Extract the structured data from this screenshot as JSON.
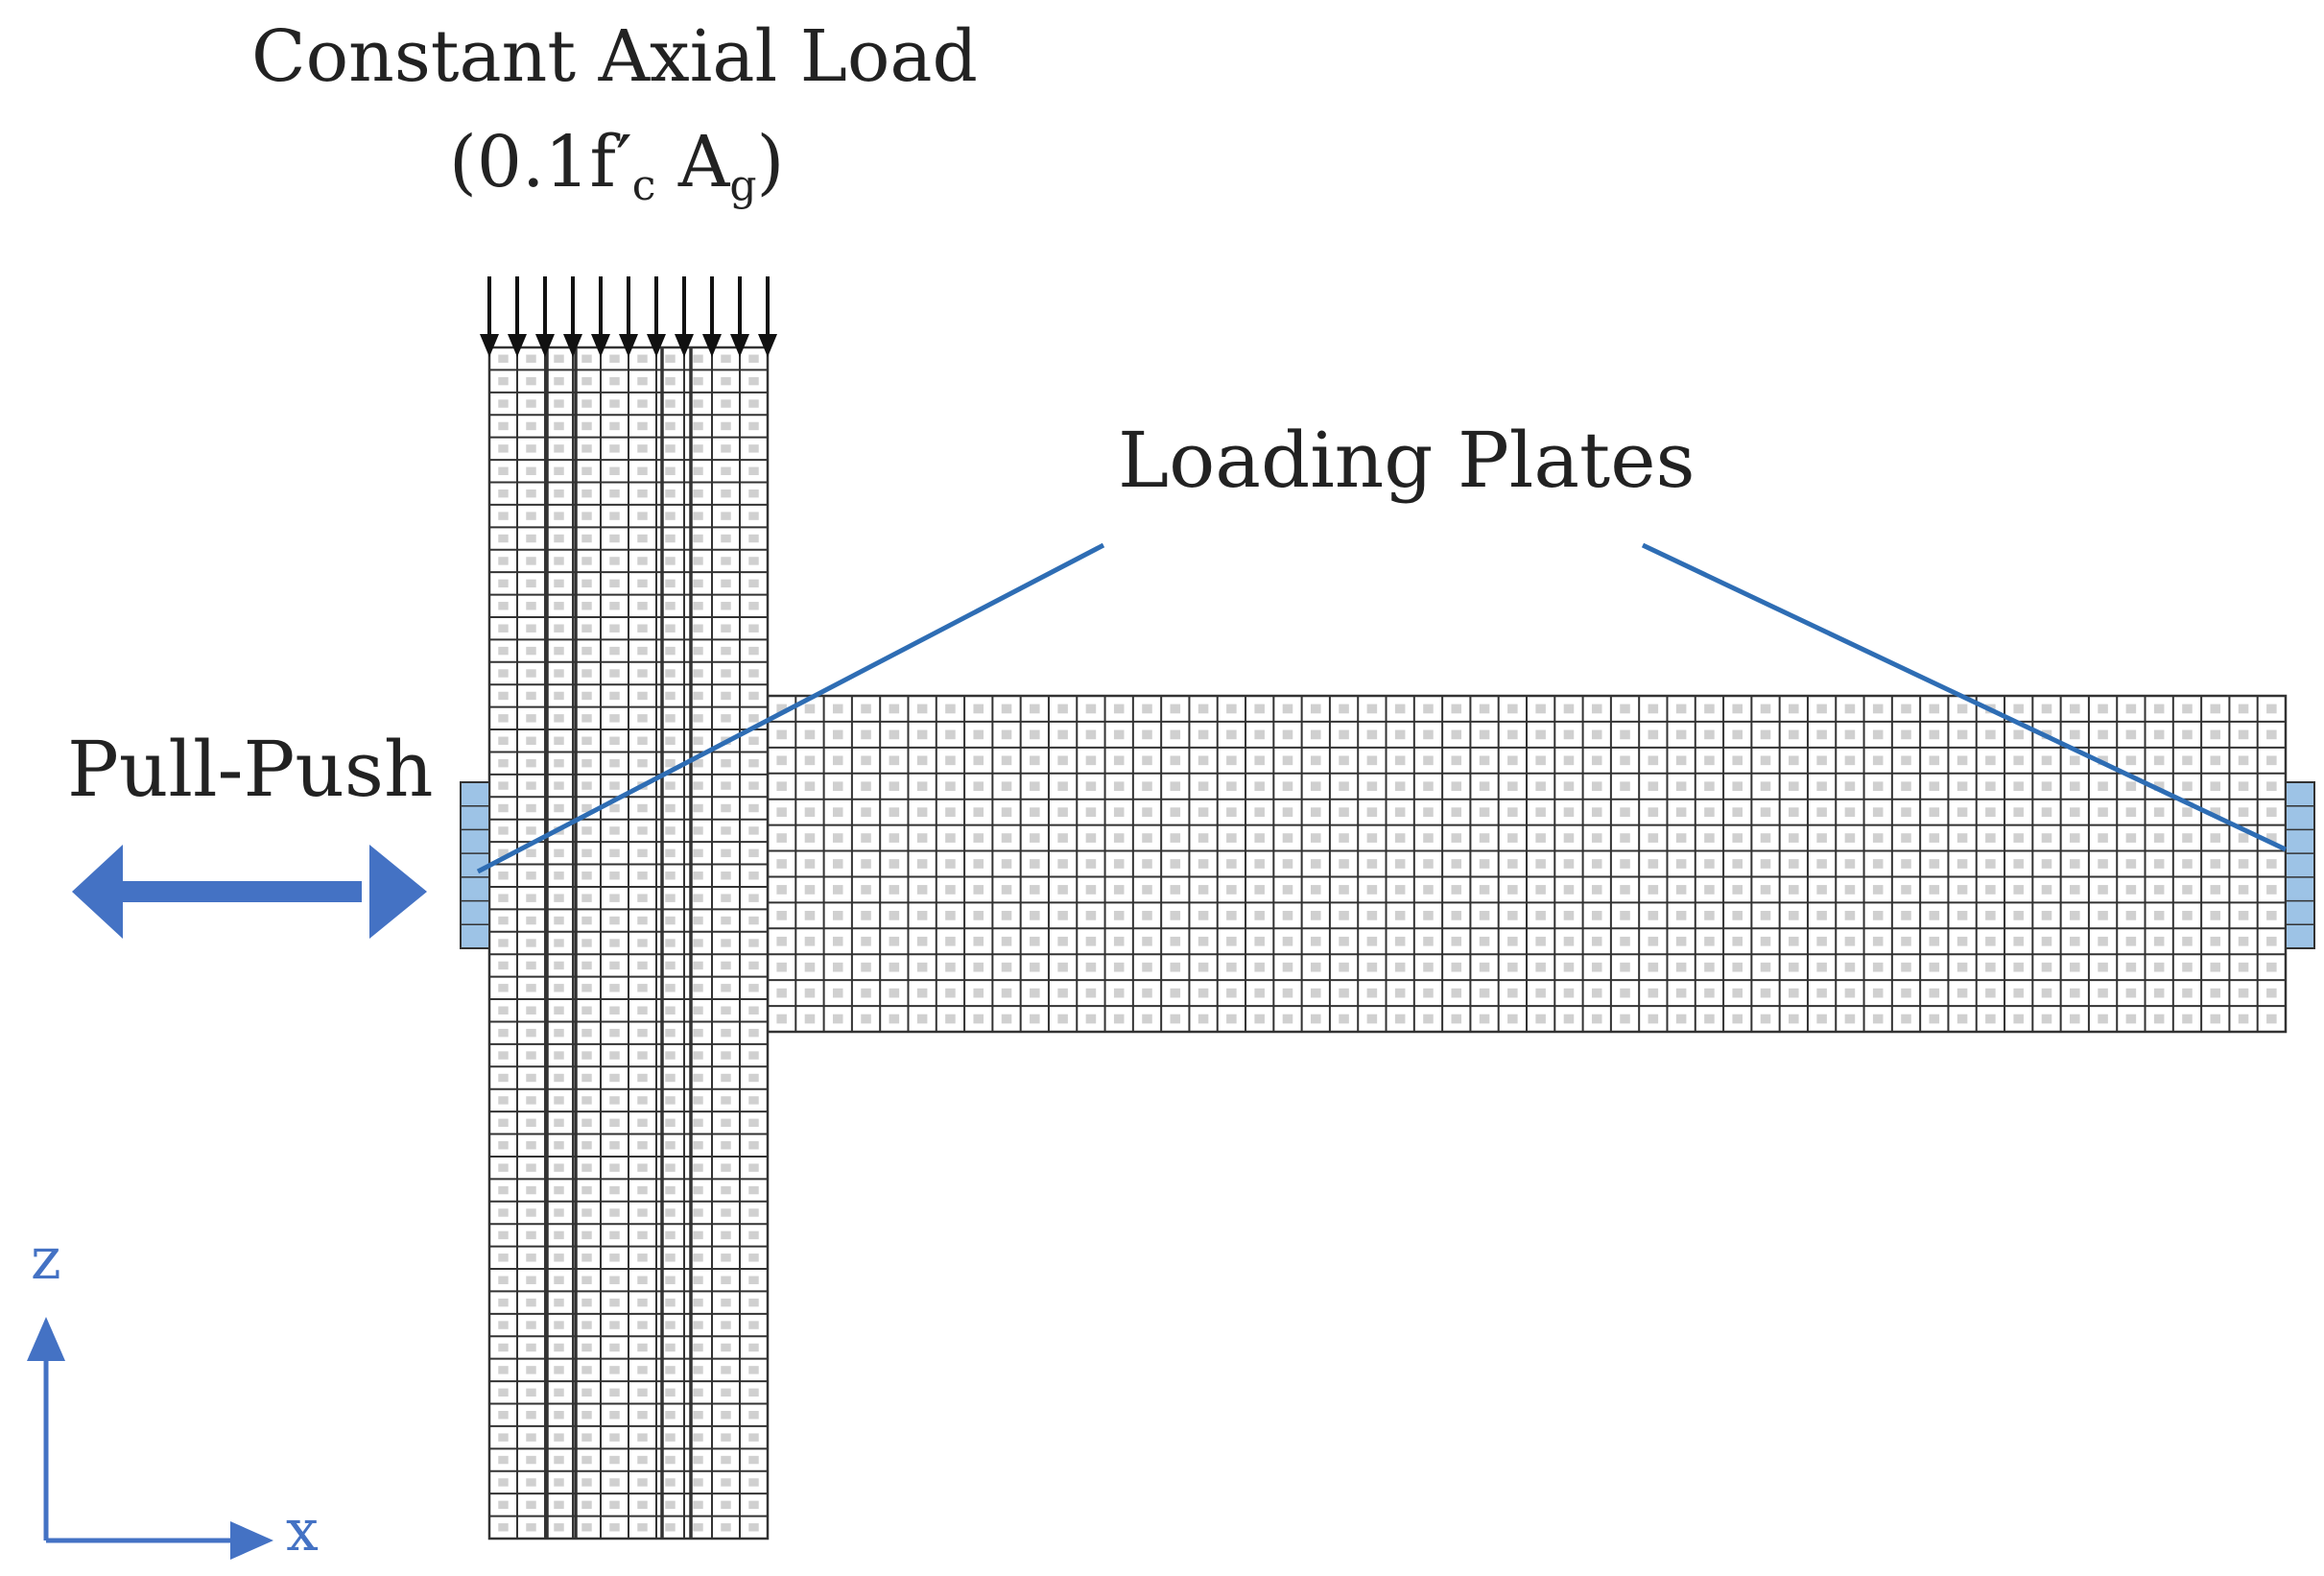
{
  "labels": {
    "axial_load_line1": "Constant Axial Load",
    "axial_load_open": "(0.1f′",
    "axial_load_sub_c": "c",
    "axial_load_A": " A",
    "axial_load_sub_g": "g",
    "axial_load_close": ")",
    "loading_plates": "Loading Plates",
    "pull_push": "Pull-Push",
    "axis_z": "z",
    "axis_x": "x"
  },
  "colors": {
    "accent": "#4472c4",
    "leader_line": "#2e6db4",
    "plate_fill": "#9dc3e6",
    "mesh_line": "#333333",
    "mesh_dot": "#d0d0d0",
    "arrow_black": "#111111"
  },
  "icons": {
    "load_arrows": "down-arrow-icon",
    "pull_push_arrow": "double-headed-arrow-icon",
    "axis_z": "up-arrow-icon",
    "axis_x": "right-arrow-icon"
  }
}
